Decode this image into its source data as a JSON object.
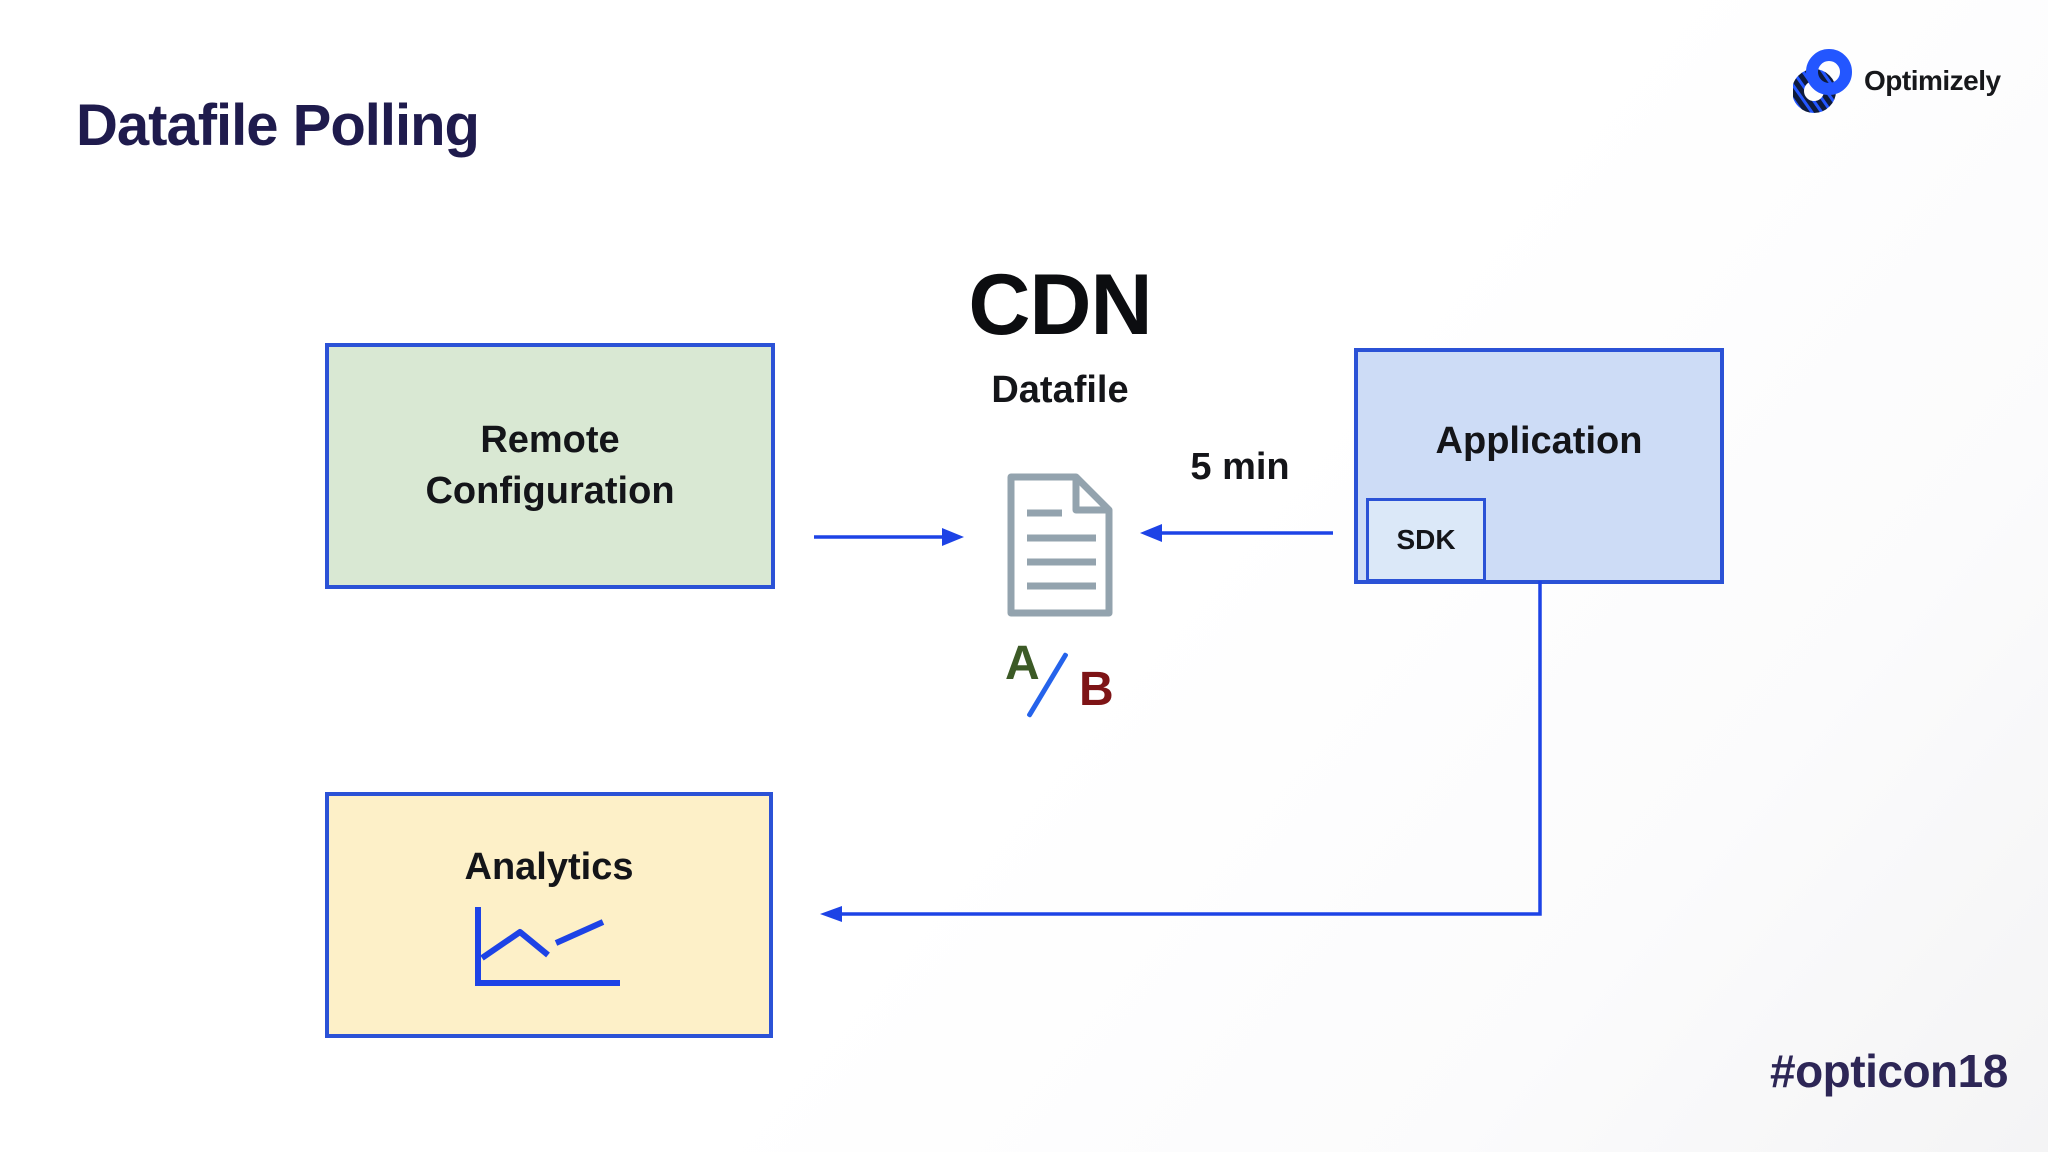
{
  "slide": {
    "title": "Datafile Polling",
    "hashtag": "#opticon18"
  },
  "brand": {
    "name": "Optimizely",
    "logo_icon": "optimizely-ring-mark",
    "logo_blue": "#2356ff",
    "logo_navy": "#0e1b3d"
  },
  "diagram": {
    "cdn": {
      "title": "CDN",
      "subtitle": "Datafile",
      "document_icon": "datafile-document-icon",
      "variant_a": "A",
      "variant_b": "B"
    },
    "remote_config": {
      "label": "Remote Configuration"
    },
    "application": {
      "label": "Application",
      "sdk_label": "SDK"
    },
    "analytics": {
      "label": "Analytics",
      "chart_icon": "line-chart-icon"
    },
    "polling_interval": "5 min",
    "arrows": [
      {
        "name": "remote-to-cdn",
        "direction": "right"
      },
      {
        "name": "application-to-cdn",
        "direction": "left",
        "label": "5 min"
      },
      {
        "name": "application-to-analytics",
        "direction": "left"
      }
    ]
  },
  "colors": {
    "accent_blue": "#1d43e6",
    "box_border_blue": "#2b52d6",
    "remote_fill": "#d9e8d3",
    "application_fill": "#cddcf6",
    "sdk_fill": "#dbe8f8",
    "analytics_fill": "#fdf0c8",
    "title_navy": "#1f1b4d",
    "hashtag_navy": "#2d2656",
    "variant_a_green": "#3c5a26",
    "variant_b_red": "#7e1416",
    "document_icon_gray": "#93a3ae"
  }
}
